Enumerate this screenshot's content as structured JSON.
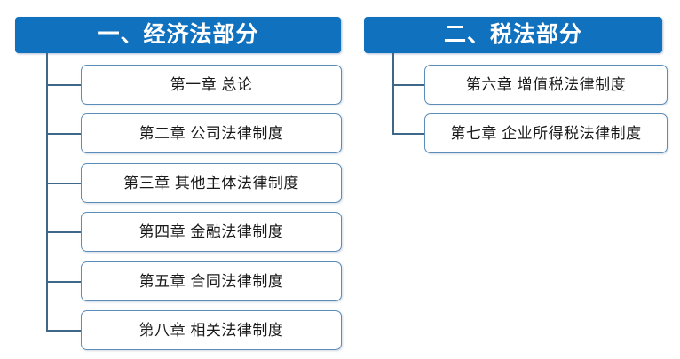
{
  "diagram": {
    "type": "org-chart",
    "title": "",
    "colors": {
      "header_fill": "#1071BE",
      "header_text": "#FFFFFF",
      "box_border": "#5B8DB8",
      "box_fill": "#FFFFFF",
      "box_text": "#1A1A1A",
      "connector": "#3F6788"
    },
    "sections": [
      {
        "id": "section-economic-law",
        "header": "一、经济法部分",
        "nodes": [
          {
            "label": "第一章 总论"
          },
          {
            "label": "第二章 公司法律制度"
          },
          {
            "label": "第三章 其他主体法律制度"
          },
          {
            "label": "第四章 金融法律制度"
          },
          {
            "label": "第五章 合同法律制度"
          },
          {
            "label": "第八章 相关法律制度"
          }
        ]
      },
      {
        "id": "section-tax-law",
        "header": "二、税法部分",
        "nodes": [
          {
            "label": "第六章 增值税法律制度"
          },
          {
            "label": "第七章 企业所得税法律制度"
          }
        ]
      }
    ]
  }
}
